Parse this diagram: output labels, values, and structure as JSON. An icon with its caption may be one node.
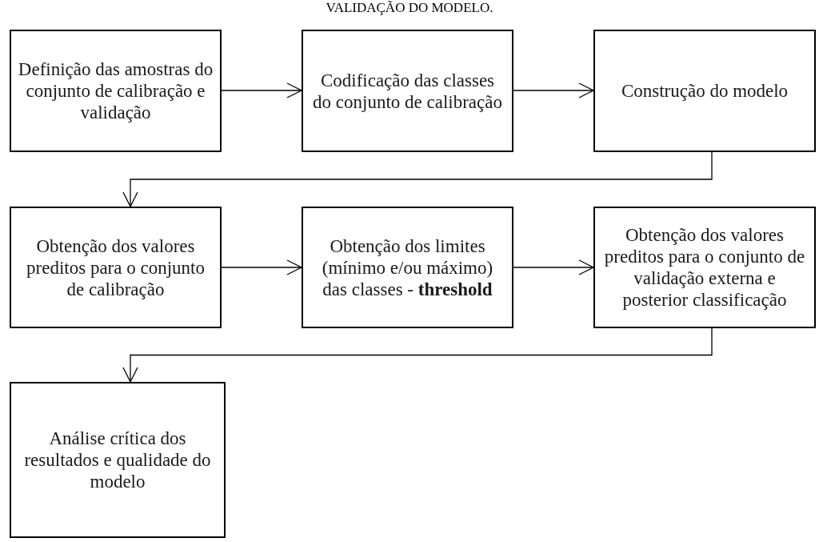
{
  "diagram": {
    "title": "VALIDAÇÃO DO MODELO.",
    "nodes": [
      {
        "text": [
          "Definição das amostras do conjunto de calibração e validação"
        ]
      },
      {
        "text": [
          "Codificação das classes do conjunto de calibração"
        ]
      },
      {
        "text": [
          "Construção do modelo"
        ]
      },
      {
        "text": [
          "Obtenção dos valores preditos para o conjunto de calibração"
        ]
      },
      {
        "text": [
          "Obtenção dos limites (mínimo e/ou máximo) das classes - **threshold**"
        ]
      },
      {
        "text": [
          "Obtenção dos valores preditos para o conjunto de validação externa e posterior classificação"
        ]
      },
      {
        "text": [
          "Análise crítica dos resultados e qualidade do modelo"
        ]
      }
    ],
    "edges": [
      {
        "from": 0,
        "to": 1,
        "arrow": "to"
      },
      {
        "from": 1,
        "to": 2,
        "arrow": "to"
      },
      {
        "from": 2,
        "to": 3,
        "arrow": "to"
      },
      {
        "from": 3,
        "to": 4,
        "arrow": "to"
      },
      {
        "from": 4,
        "to": 5,
        "arrow": "to"
      },
      {
        "from": 5,
        "to": 6,
        "arrow": "to"
      }
    ]
  }
}
